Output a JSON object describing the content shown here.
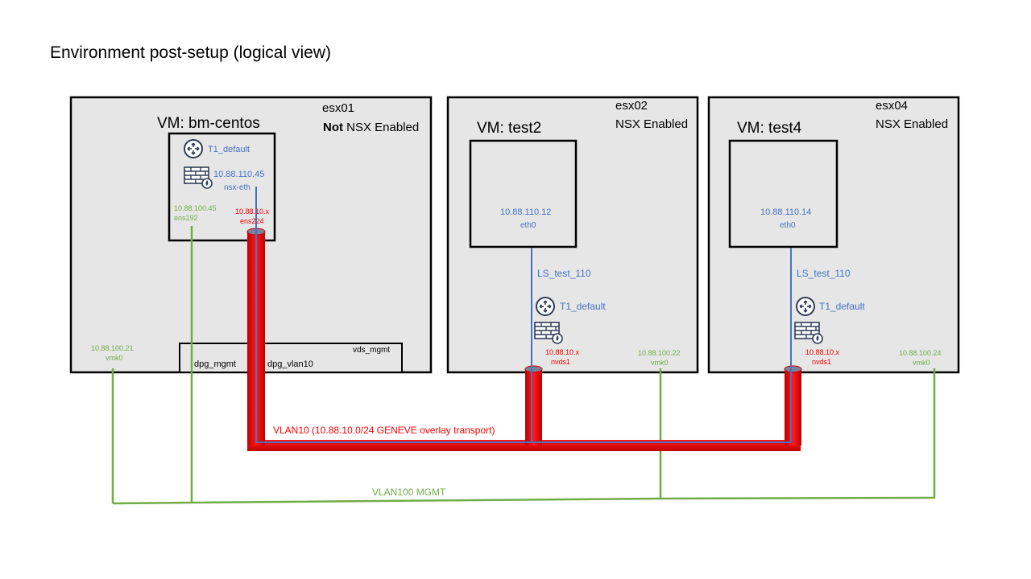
{
  "title": "Environment post-setup (logical view)",
  "colors": {
    "host_fill": "#e6e6e6",
    "outline": "#000000",
    "blue": "#4472c4",
    "green": "#70ad47",
    "red": "#ff0000",
    "icon": "#2f3b57"
  },
  "hosts": {
    "esx01": {
      "name": "esx01",
      "status_bold": "Not",
      "status_rest": " NSX Enabled",
      "vm_title": "VM: bm-centos",
      "router_label": "T1_default",
      "vm_ip": "10.88.110.45",
      "vm_if": "nsx-eth",
      "mgmt_ip": "10.88.100.45",
      "mgmt_if": "ens192",
      "tep_ip": "10.88.10.x",
      "tep_if": "ens224",
      "vmk_ip": "10.88.100.21",
      "vmk_if": "vmk0",
      "vds_label": "vds_mgmt",
      "dpg_mgmt": "dpg_mgmt",
      "dpg_vlan": "dpg_vlan10"
    },
    "esx02": {
      "name": "esx02",
      "status": "NSX Enabled",
      "vm_title": "VM: test2",
      "vm_ip": "10.88.110.12",
      "vm_if": "eth0",
      "segment": "LS_test_110",
      "router_label": "T1_default",
      "tep_ip": "10.88.10.x",
      "tep_if": "nvds1",
      "vmk_ip": "10.88.100.22",
      "vmk_if": "vmk0"
    },
    "esx04": {
      "name": "esx04",
      "status": "NSX Enabled",
      "vm_title": "VM: test4",
      "vm_ip": "10.88.110.14",
      "vm_if": "eth0",
      "segment": "LS_test_110",
      "router_label": "T1_default",
      "tep_ip": "10.88.10.x",
      "tep_if": "nvds1",
      "vmk_ip": "10.88.100.24",
      "vmk_if": "vmk0"
    }
  },
  "networks": {
    "transport": "VLAN10 (10.88.10.0/24  GENEVE overlay transport)",
    "mgmt": "VLAN100 MGMT"
  },
  "icons": {
    "router": "router-icon",
    "firewall": "firewall-icon"
  }
}
